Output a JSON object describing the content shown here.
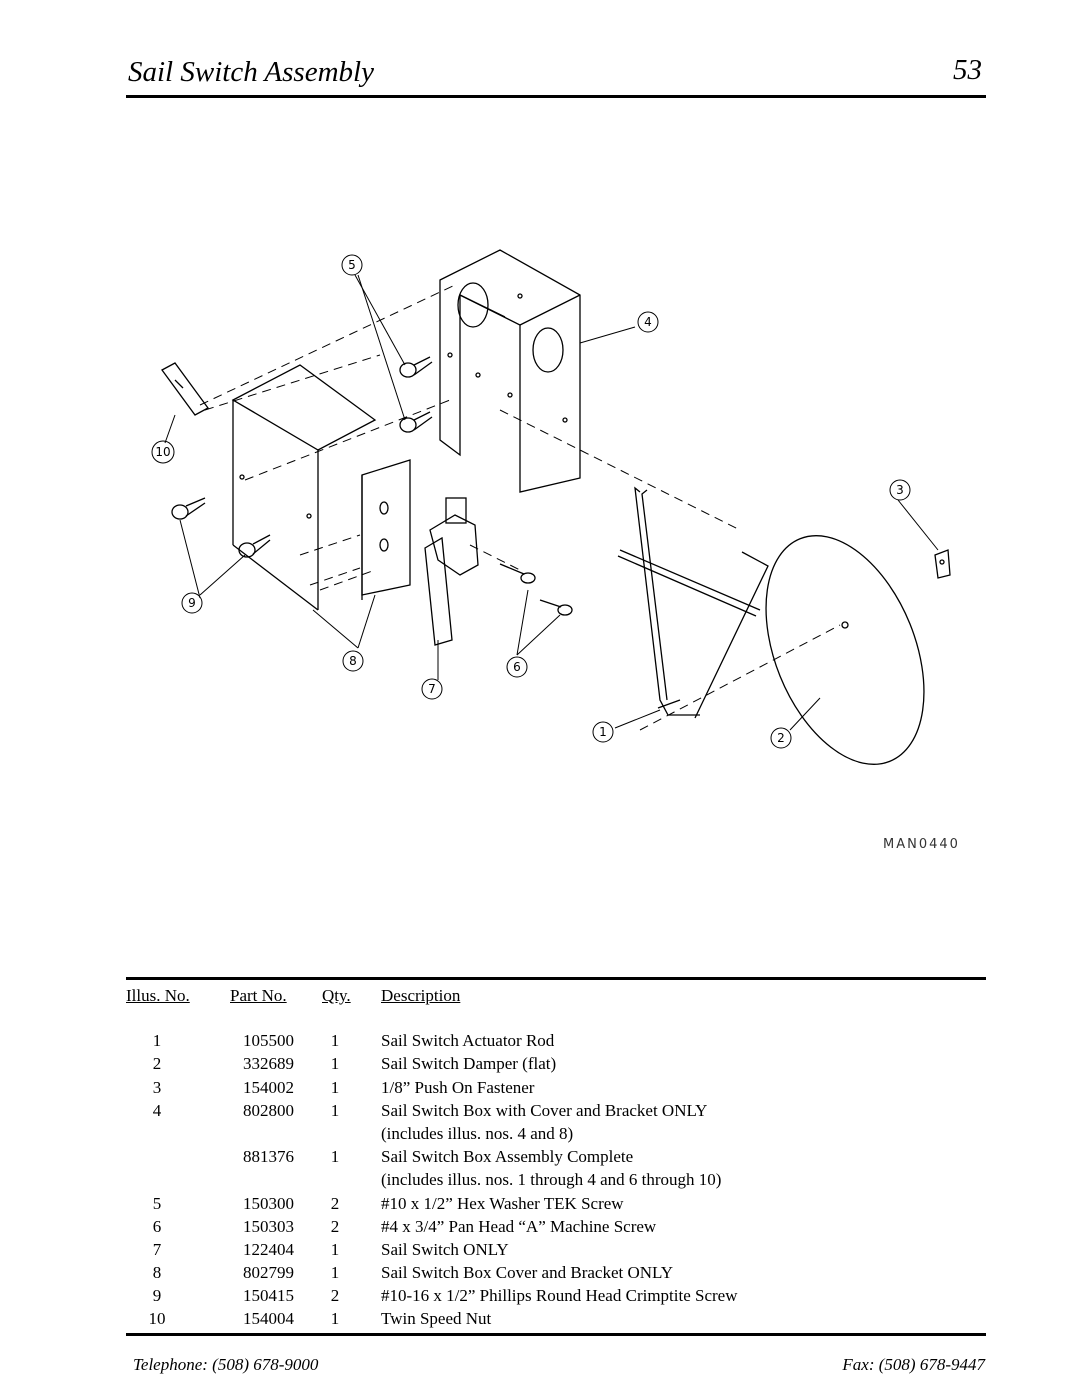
{
  "header": {
    "title": "Sail Switch Assembly",
    "page_number": "53"
  },
  "diagram": {
    "drawing_code": "MAN0440",
    "callouts": [
      "1",
      "2",
      "3",
      "4",
      "5",
      "6",
      "7",
      "8",
      "9",
      "10"
    ]
  },
  "table": {
    "headers": {
      "illus": "Illus. No.",
      "part": "Part No.",
      "qty": "Qty.",
      "desc": "Description"
    },
    "rows": [
      {
        "illus": "1",
        "part": "105500",
        "qty": "1",
        "desc": "Sail Switch Actuator Rod"
      },
      {
        "illus": "2",
        "part": "332689",
        "qty": "1",
        "desc": "Sail Switch Damper (flat)"
      },
      {
        "illus": "3",
        "part": "154002",
        "qty": "1",
        "desc": "1/8” Push On Fastener"
      },
      {
        "illus": "4",
        "part": "802800",
        "qty": "1",
        "desc": "Sail Switch Box with Cover and Bracket ONLY"
      },
      {
        "illus": "",
        "part": "",
        "qty": "",
        "desc": "(includes illus. nos. 4 and 8)"
      },
      {
        "illus": "",
        "part": "881376",
        "qty": "1",
        "desc": "Sail Switch Box Assembly Complete"
      },
      {
        "illus": "",
        "part": "",
        "qty": "",
        "desc": "(includes illus. nos. 1 through 4 and 6 through 10)"
      },
      {
        "illus": "5",
        "part": "150300",
        "qty": "2",
        "desc": "#10 x 1/2” Hex Washer TEK Screw"
      },
      {
        "illus": "6",
        "part": "150303",
        "qty": "2",
        "desc": "#4 x 3/4” Pan Head “A” Machine Screw"
      },
      {
        "illus": "7",
        "part": "122404",
        "qty": "1",
        "desc": "Sail Switch ONLY"
      },
      {
        "illus": "8",
        "part": "802799",
        "qty": "1",
        "desc": "Sail Switch Box Cover and Bracket ONLY"
      },
      {
        "illus": "9",
        "part": "150415",
        "qty": "2",
        "desc": "#10-16 x 1/2” Phillips Round Head Crimptite Screw"
      },
      {
        "illus": "10",
        "part": "154004",
        "qty": "1",
        "desc": "Twin Speed Nut"
      }
    ]
  },
  "footer": {
    "telephone": "Telephone: (508) 678-9000",
    "fax": "Fax: (508) 678-9447"
  }
}
